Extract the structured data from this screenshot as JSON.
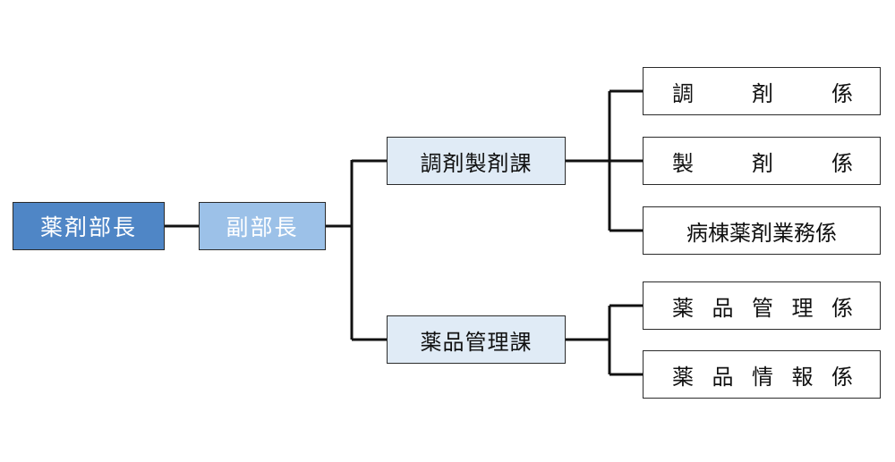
{
  "org_chart": {
    "director": "薬剤部長",
    "deputy": "副部長",
    "sections": [
      {
        "label": "調剤製剤課",
        "units": [
          {
            "chars": [
              "調",
              "剤",
              "係"
            ]
          },
          {
            "chars": [
              "製",
              "剤",
              "係"
            ]
          },
          {
            "label": "病棟薬剤業務係"
          }
        ]
      },
      {
        "label": "薬品管理課",
        "units": [
          {
            "chars": [
              "薬",
              "品",
              "管",
              "理",
              "係"
            ]
          },
          {
            "chars": [
              "薬",
              "品",
              "情",
              "報",
              "係"
            ]
          }
        ]
      }
    ],
    "colors": {
      "director_fill": "#4f86c6",
      "deputy_fill": "#9cc1e8",
      "section_fill": "#e0ebf6",
      "unit_fill": "#ffffff",
      "line": "#111111"
    }
  }
}
